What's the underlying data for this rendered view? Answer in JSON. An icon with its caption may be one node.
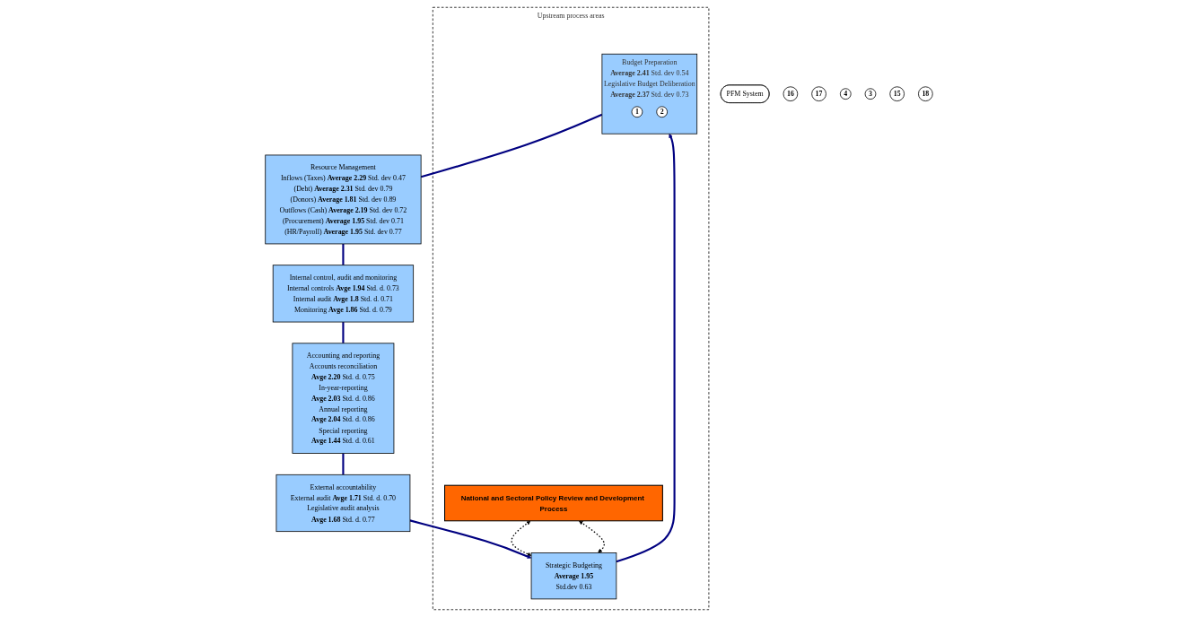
{
  "diagram": {
    "nodes": [
      {
        "text": [
          "Upstream process areas"
        ]
      },
      {
        "text": [
          "National and Sectoral Policy Review and Development Process"
        ],
        "in": 0
      },
      {
        "text": [
          "PFM System"
        ]
      },
      {
        "text": [
          "Strategic Budgeting",
          "**Average 1.95**",
          "Std.dev 0.63"
        ],
        "in": 0
      },
      {
        "text": [
          "16"
        ]
      },
      {
        "text": [
          "External accountability",
          "External audit **Avge 1.71** Std. d. 0.70",
          "Legislative audit analysis",
          "**Avge 1.68** Std. d. 0.77"
        ]
      },
      {
        "text": [
          "Budget Preparation",
          "**Average 2.41** Std. dev 0.54",
          "Legislative Budget Deliberation",
          "**Average 2.37** Std. dev 0.73"
        ],
        "in": 0
      },
      {
        "text": [
          "1"
        ],
        "in": 6
      },
      {
        "text": [
          "2"
        ],
        "in": 6
      },
      {
        "text": [
          "17"
        ]
      },
      {
        "text": [
          "Accounting and reporting",
          "Accounts reconciliation",
          "**Avge 2.20** Std. d. 0.75",
          "In-year-reporting",
          "**Avge 2.03** Std. d. 0.86",
          "Annual reporting",
          "**Avge 2.04** Std. d. 0.86",
          "Special reporting",
          "**Avge 1.44** Std. d. 0.61"
        ]
      },
      {
        "text": [
          "Resource Management",
          "Inflows (Taxes) **Average 2.29** Std. dev 0.47",
          "(Debt) **Average 2.31** Std. dev 0.79",
          "(Donors) **Average 1.81** Std. dev 0.89",
          "Outflows (Cash) **Average 2.19** Std. dev 0.72",
          "(Procurement) **Average 1.95** Std. dev 0.71",
          "(HR/Payroll) **Average 1.95** Std. dev 0.77"
        ]
      },
      {
        "text": [
          "4"
        ]
      },
      {
        "text": [
          "3"
        ]
      },
      {
        "text": [
          "Internal control, audit and monitoring",
          "Internal controls **Avge 1.94** Std. d. 0.73",
          "Internal audit **Avge 1.8** Std. d. 0.71",
          "Monitoring **Avge 1.86** Std. d. 0.79"
        ]
      },
      {
        "text": [
          "15"
        ]
      },
      {
        "text": [
          "18"
        ]
      }
    ],
    "edges": [
      {
        "from": 1,
        "to": 3,
        "arrow": "both",
        "style": "dashed",
        "color": "#000000"
      },
      {
        "from": 1,
        "to": 3,
        "arrow": "both",
        "style": "dashed",
        "color": "#000000"
      },
      {
        "from": 5,
        "to": 3,
        "arrow": "to"
      },
      {
        "from": 3,
        "to": 6,
        "arrow": "to"
      },
      {
        "from": 6,
        "to": 11,
        "arrow": "none"
      },
      {
        "from": 11,
        "to": 14,
        "arrow": "none"
      },
      {
        "from": 14,
        "to": 10,
        "arrow": "none"
      },
      {
        "from": 10,
        "to": 5,
        "arrow": "none"
      }
    ]
  }
}
